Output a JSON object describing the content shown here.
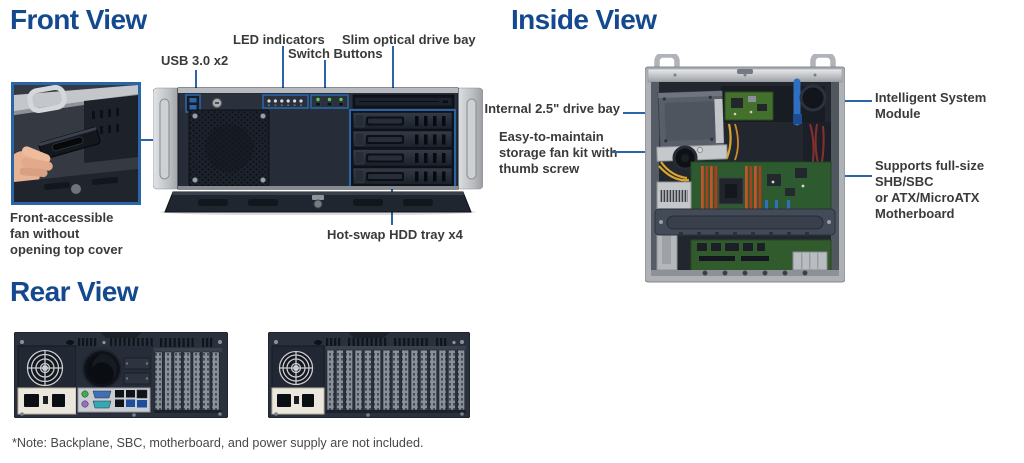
{
  "colors": {
    "title_blue": "#15498f",
    "callout_blue": "#2a65a8",
    "label_text": "#3a3a3a",
    "note_text": "#474747"
  },
  "front": {
    "title": "Front View",
    "callouts": {
      "usb": "USB 3.0 x2",
      "led": "LED indicators",
      "switch": "Switch Buttons",
      "optical": "Slim optical drive bay",
      "hdd": "Hot-swap HDD tray x4",
      "fan_access": "Front-accessible\nfan without\nopening top cover"
    }
  },
  "inside": {
    "title": "Inside View",
    "callouts": {
      "drive_bay": "Internal 2.5\" drive bay",
      "fan_kit": "Easy-to-maintain\nstorage fan kit with\nthumb screw",
      "ism": "Intelligent System\nModule",
      "motherboard": "Supports full-size\nSHB/SBC\nor ATX/MicroATX\nMotherboard"
    }
  },
  "rear": {
    "title": "Rear View"
  },
  "note": "*Note: Backplane, SBC, motherboard, and power supply are not included."
}
